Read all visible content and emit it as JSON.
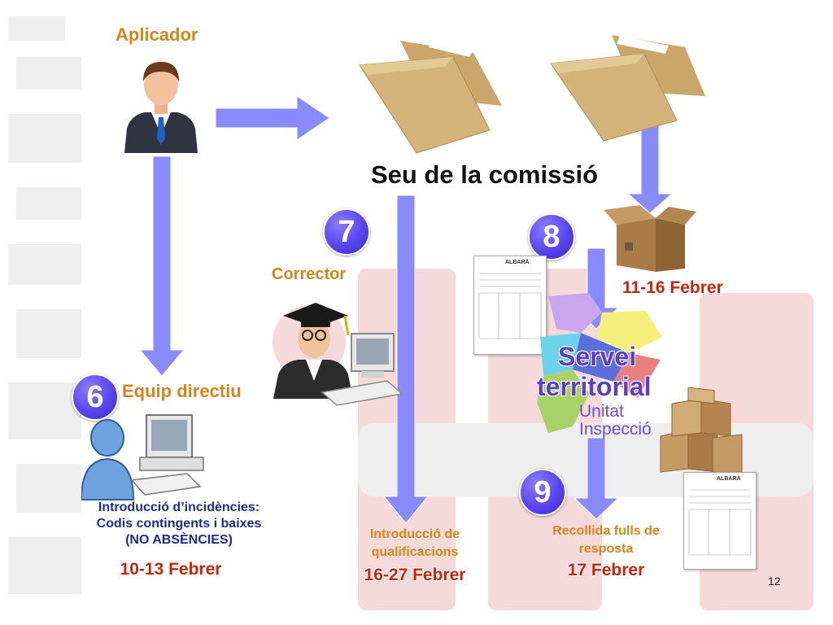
{
  "aplicador": {
    "label": "Aplicador"
  },
  "seu": {
    "label": "Seu de la comissió"
  },
  "steps": {
    "s6": {
      "number": "6",
      "label": "Equip directiu"
    },
    "s7": {
      "number": "7",
      "label": "Corrector"
    },
    "s8": {
      "number": "8"
    },
    "s9": {
      "number": "9"
    }
  },
  "incidencies": {
    "line1": "Introducció d’incidències:",
    "line2": "Codis contingents i baixes",
    "line3": "(NO ABSÈNCIES)",
    "date": "10-13 Febrer"
  },
  "qualificacions": {
    "line1": "Introducció de",
    "line2": "qualificacions",
    "date": "16-27 Febrer"
  },
  "servei": {
    "line1": "Servei",
    "line2": "territorial",
    "unit1": "Unitat",
    "unit2": "Inspecció"
  },
  "box_date": "11-16 Febrer",
  "recollida": {
    "line1": "Recollida fulls de",
    "line2": "resposta",
    "date": "17 Febrer"
  },
  "albara": {
    "title": "ALBARÀ"
  },
  "page_number": "12",
  "colors": {
    "arrow": "#8a8aff",
    "badge": "#5a44f0",
    "orange_label": "#d4861c",
    "red_label": "#c8250e",
    "servei_text": "#5d3ec9"
  }
}
